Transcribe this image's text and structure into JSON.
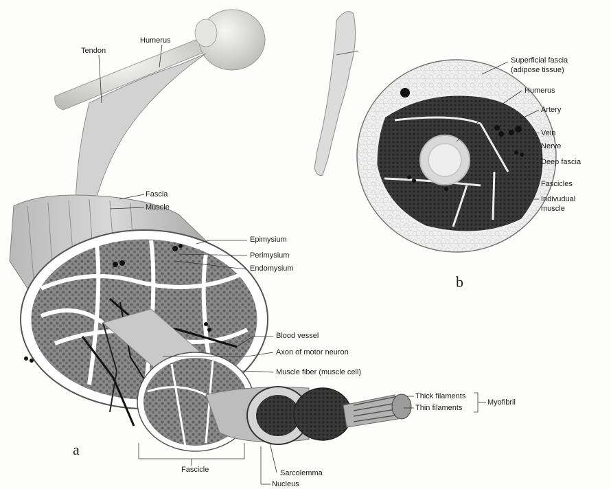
{
  "panel_labels": {
    "a": "a",
    "b": "b"
  },
  "labels_a": {
    "tendon": "Tendon",
    "humerus": "Humerus",
    "fascia": "Fascia",
    "muscle": "Muscle",
    "epimysium": "Epimysium",
    "perimysium": "Perimysium",
    "endomysium": "Endomysium",
    "blood_vessel": "Blood vessel",
    "axon": "Axon of motor neuron",
    "muscle_fiber": "Muscle fiber (muscle cell)",
    "thick_filaments": "Thick filaments",
    "thin_filaments": "Thin filaments",
    "myofibril": "Myofibril",
    "fascicle": "Fascicle",
    "sarcolemma": "Sarcolemma",
    "nucleus": "Nucleus"
  },
  "labels_b": {
    "superficial_fascia_1": "Superficial fascia",
    "superficial_fascia_2": "(adipose tissue)",
    "humerus": "Humerus",
    "artery": "Artery",
    "vein": "Vein",
    "nerve": "Nerve",
    "deep_fascia": "Deep fascia",
    "fascicles": "Fascicles",
    "individual_muscle_1": "Indivudual",
    "individual_muscle_2": "muscle"
  }
}
